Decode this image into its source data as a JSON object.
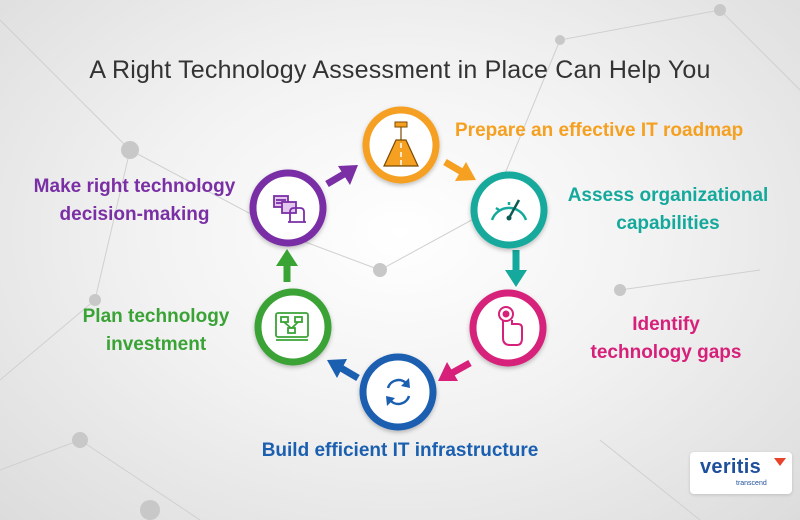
{
  "title": "A Right Technology Assessment in Place Can Help You",
  "steps": [
    {
      "label": "Prepare an effective IT roadmap",
      "color": "#f5a020",
      "icon": "road-icon"
    },
    {
      "label": "Assess organizational capabilities",
      "color": "#14a99c",
      "icon": "speedometer-icon"
    },
    {
      "label": "Identify technology gaps",
      "color": "#d6207a",
      "icon": "touch-hand-icon"
    },
    {
      "label": "Build efficient IT infrastructure",
      "color": "#1b5fb0",
      "icon": "cycle-arrows-icon"
    },
    {
      "label": "Plan technology investment",
      "color": "#3aa336",
      "icon": "flowchart-screen-icon"
    },
    {
      "label": "Make right technology decision-making",
      "color": "#7a2fa5",
      "icon": "decision-hand-icon"
    }
  ],
  "label_lines": {
    "prepare": [
      "Prepare an effective IT roadmap"
    ],
    "assess": [
      "Assess organizational",
      "capabilities"
    ],
    "identify": [
      "Identify",
      "technology gaps"
    ],
    "build": [
      "Build efficient IT infrastructure"
    ],
    "plan": [
      "Plan technology",
      "investment"
    ],
    "make": [
      "Make right technology",
      "decision-making"
    ]
  },
  "logo": {
    "name": "veritis",
    "tagline": "transcend",
    "accent": "#e8442c",
    "brand": "#1e4f9c"
  }
}
